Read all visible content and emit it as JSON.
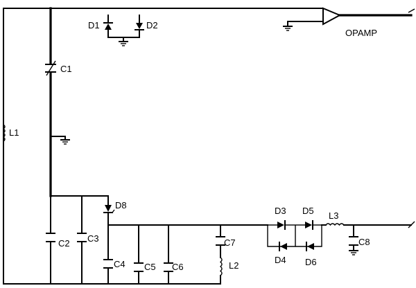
{
  "components": {
    "opamp": "OPAMP",
    "d1": "D1",
    "d2": "D2",
    "d3": "D3",
    "d4": "D4",
    "d5": "D5",
    "d6": "D6",
    "d8": "D8",
    "c1": "C1",
    "c2": "C2",
    "c3": "C3",
    "c4": "C4",
    "c5": "C5",
    "c6": "C6",
    "c7": "C7",
    "c8": "C8",
    "l1": "L1",
    "l2": "L2",
    "l3": "L3"
  }
}
